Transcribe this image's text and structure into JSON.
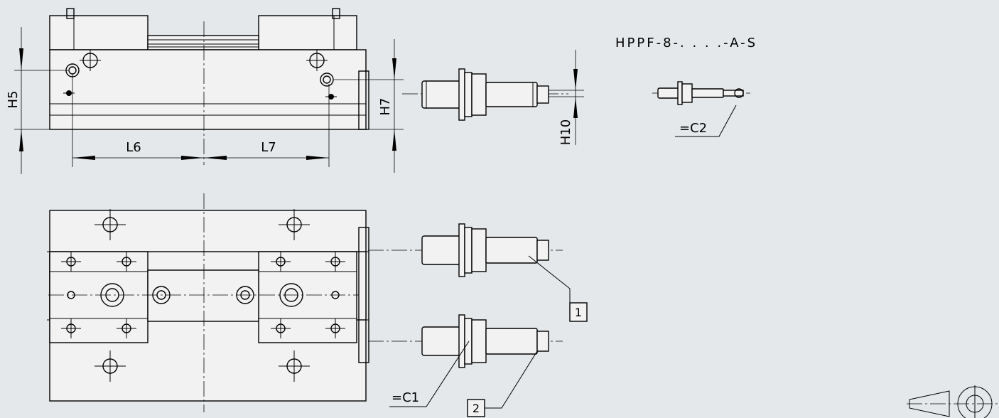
{
  "dimensions": {
    "h5": "H5",
    "h7": "H7",
    "h10": "H10",
    "l6": "L6",
    "l7": "L7"
  },
  "variant_code": "HPPF-8-. . . .-A-S",
  "wrench_labels": {
    "wrench_1": "=C1",
    "wrench_2": "=C2"
  },
  "callouts": {
    "item_1": "1",
    "item_2": "2"
  },
  "colors": {
    "background": "#e5e8ea",
    "line": "#000000",
    "part_face": "#f2f2f2"
  },
  "icons": [
    "projection-symbol-icon",
    "wrench-size-icon",
    "center-axis-line"
  ]
}
